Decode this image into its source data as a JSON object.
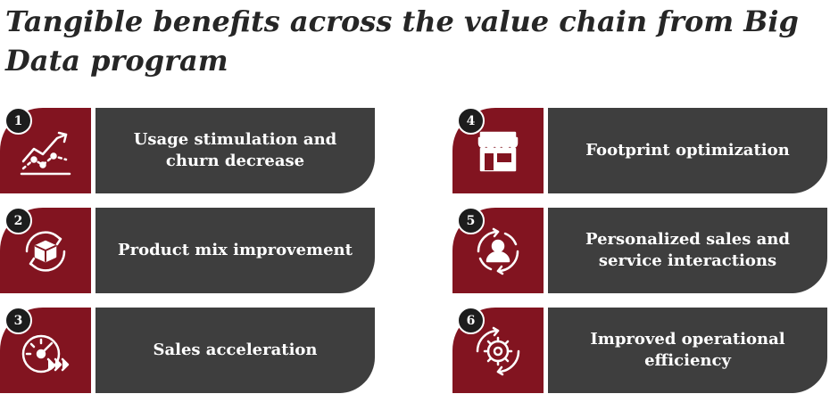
{
  "title": "Tangible benefits across the value chain from Big Data program",
  "colors": {
    "accent": "#821420",
    "panel": "#3e3e3e",
    "badge": "#1d1d1d",
    "text": "#ffffff"
  },
  "benefits": [
    {
      "number": "1",
      "label": "Usage stimulation and churn decrease",
      "icon": "growth-chart-icon"
    },
    {
      "number": "2",
      "label": "Product mix improvement",
      "icon": "product-cycle-icon"
    },
    {
      "number": "3",
      "label": "Sales acceleration",
      "icon": "speedometer-icon"
    },
    {
      "number": "4",
      "label": "Footprint optimization",
      "icon": "storefront-icon"
    },
    {
      "number": "5",
      "label": "Personalized sales and service interactions",
      "icon": "customer-cycle-icon"
    },
    {
      "number": "6",
      "label": "Improved operational efficiency",
      "icon": "gear-cycle-icon"
    }
  ]
}
